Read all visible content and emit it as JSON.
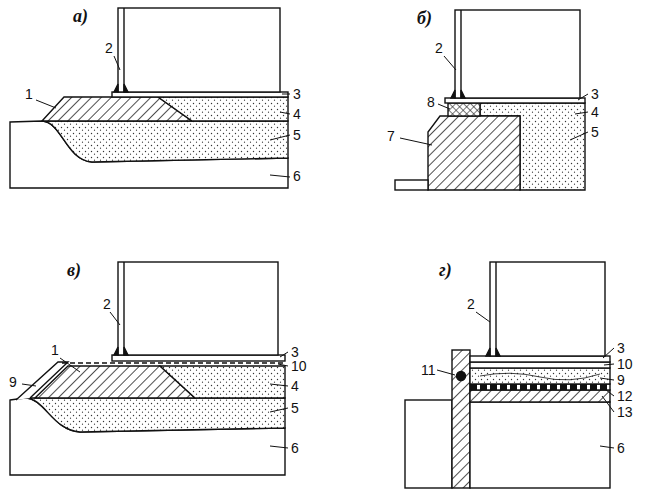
{
  "diagram": {
    "labels": [
      "а)",
      "2",
      "1",
      "3",
      "4",
      "5",
      "6",
      "б)",
      "2",
      "8",
      "3",
      "7",
      "4",
      "5",
      "в)",
      "2",
      "1",
      "9",
      "3",
      "10",
      "4",
      "5",
      "6",
      "г)",
      "2",
      "3",
      "11",
      "10",
      "9",
      "12",
      "13",
      "6"
    ]
  }
}
